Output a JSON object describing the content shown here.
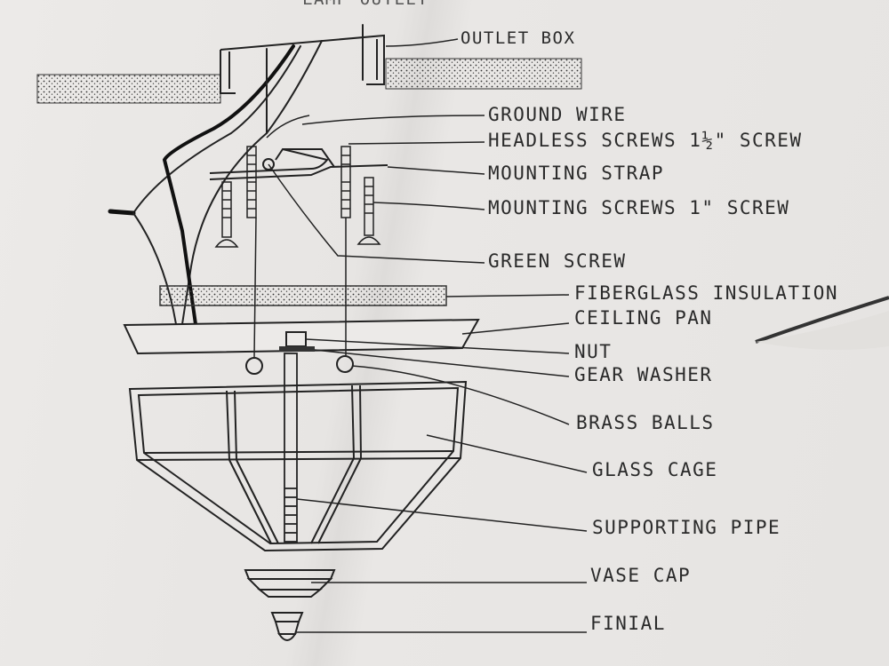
{
  "diagram": {
    "top_cut_text": "LAMP OUTLET",
    "labels": {
      "outlet_box": "OUTLET BOX",
      "ground_wire": "GROUND WIRE",
      "headless_screws": "HEADLESS SCREWS 1½\" SCREW",
      "mounting_strap": "MOUNTING STRAP",
      "mounting_screws": "MOUNTING SCREWS 1\" SCREW",
      "green_screw": "GREEN SCREW",
      "fiberglass_insulation": "FIBERGLASS INSULATION",
      "ceiling_pan": "CEILING PAN",
      "nut": "NUT",
      "gear_washer": "GEAR WASHER",
      "brass_balls": "BRASS BALLS",
      "glass_cage": "GLASS CAGE",
      "supporting_pipe": "SUPPORTING PIPE",
      "vase_cap": "VASE CAP",
      "finial": "FINIAL"
    },
    "colors": {
      "ink": "#2a2a2a",
      "paper": "#e8e6e4"
    }
  }
}
